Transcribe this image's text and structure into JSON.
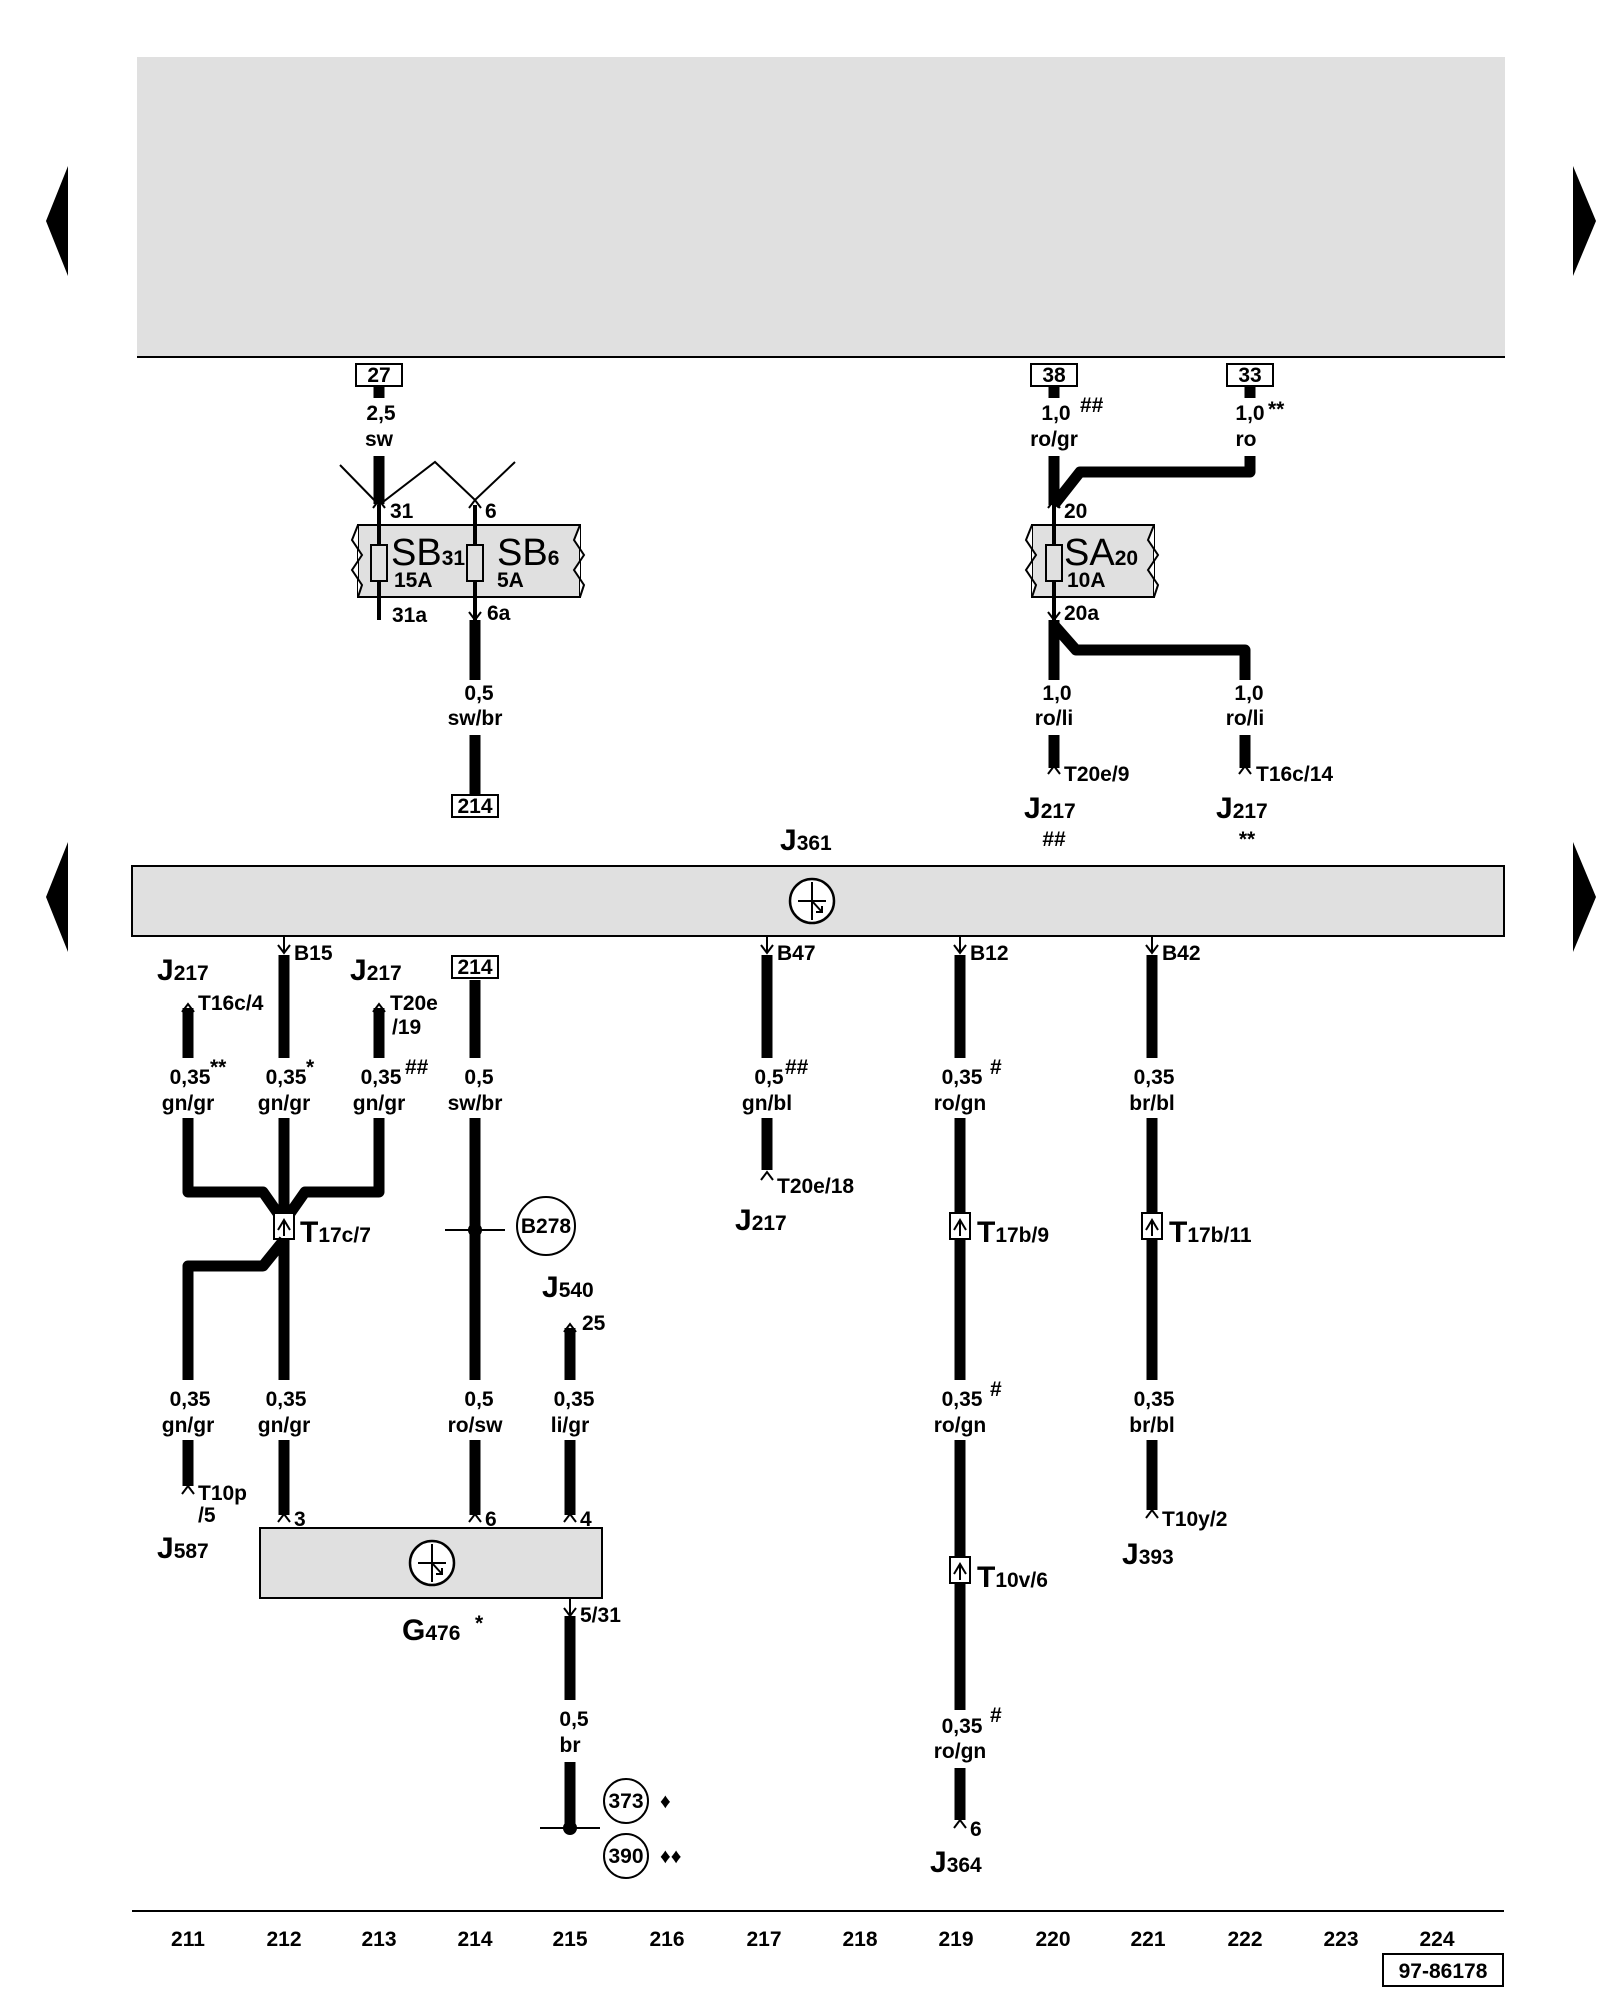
{
  "pins": {
    "p27": "27",
    "p38": "38",
    "p33": "33",
    "p214a": "214",
    "p214b": "214",
    "p31": "31",
    "p6": "6",
    "p31a": "31a",
    "p6a": "6a",
    "p20": "20",
    "p20a": "20a",
    "b15": "B15",
    "b47": "B47",
    "b12": "B12",
    "b42": "B42",
    "t16c4": "T16c/4",
    "t20e": "T20e",
    "t19": "/19",
    "t20e9": "T20e/9",
    "t16c14": "T16c/14",
    "t20e18": "T20e/18",
    "t10p": "T10p",
    "t5": "/5",
    "p25": "25",
    "p3": "3",
    "p6g": "6",
    "p4": "4",
    "p531": "5/31",
    "t10y2": "T10y/2",
    "p6j": "6"
  },
  "wires": {
    "w_sw": [
      "2,5",
      "sw"
    ],
    "w_swbr1": [
      "0,5",
      "sw/br"
    ],
    "w_rogr": [
      "1,0",
      "ro/gr"
    ],
    "w_ro": [
      "1,0",
      "ro"
    ],
    "w_roli1": [
      "1,0",
      "ro/li"
    ],
    "w_roli2": [
      "1,0",
      "ro/li"
    ],
    "w_gngr1": [
      "0,35",
      "gn/gr"
    ],
    "w_gngr2": [
      "0,35",
      "gn/gr"
    ],
    "w_gngr3": [
      "0,35",
      "gn/gr"
    ],
    "w_swbr2": [
      "0,5",
      "sw/br"
    ],
    "w_gnbl": [
      "0,5",
      "gn/bl"
    ],
    "w_rogn1": [
      "0,35",
      "ro/gn"
    ],
    "w_brbl1": [
      "0,35",
      "br/bl"
    ],
    "w_gngr4": [
      "0,35",
      "gn/gr"
    ],
    "w_gngr5": [
      "0,35",
      "gn/gr"
    ],
    "w_rosw": [
      "0,5",
      "ro/sw"
    ],
    "w_ligr": [
      "0,35",
      "li/gr"
    ],
    "w_rogn2": [
      "0,35",
      "ro/gn"
    ],
    "w_brbl2": [
      "0,35",
      "br/bl"
    ],
    "w_br": [
      "0,5",
      "br"
    ],
    "w_rogn3": [
      "0,35",
      "ro/gn"
    ]
  },
  "marks": {
    "m_rogr": "##",
    "m_ro": "**",
    "m_gngr1": "**",
    "m_gngr2": "*",
    "m_gngr3": "##",
    "m_gnbl": "##",
    "m_rogn1": "#",
    "m_rogn2": "#",
    "m_rogn3": "#",
    "m_j217a": "##",
    "m_j217b": "**",
    "m_g476": "*",
    "m_373": "♦",
    "m_390": "♦♦"
  },
  "components": {
    "sb31": {
      "letters": "SB",
      "num": "31",
      "rating": "15A"
    },
    "sb6": {
      "letters": "SB",
      "num": "6",
      "rating": "5A"
    },
    "sa20": {
      "letters": "SA",
      "num": "20",
      "rating": "10A"
    },
    "j361": {
      "letter": "J",
      "num": "361"
    },
    "j217_1": {
      "letter": "J",
      "num": "217"
    },
    "j217_2": {
      "letter": "J",
      "num": "217"
    },
    "j217_3": {
      "letter": "J",
      "num": "217"
    },
    "j217_4": {
      "letter": "J",
      "num": "217"
    },
    "j217_5": {
      "letter": "J",
      "num": "217"
    },
    "j540": {
      "letter": "J",
      "num": "540"
    },
    "j587": {
      "letter": "J",
      "num": "587"
    },
    "j393": {
      "letter": "J",
      "num": "393"
    },
    "j364": {
      "letter": "J",
      "num": "364"
    },
    "g476": {
      "letter": "G",
      "num": "476"
    },
    "t17c7": {
      "letter": "T",
      "num": "17c/7"
    },
    "t17b9": {
      "letter": "T",
      "num": "17b/9"
    },
    "t17b11": {
      "letter": "T",
      "num": "17b/11"
    },
    "t10v6": {
      "letter": "T",
      "num": "10v/6"
    }
  },
  "circles": {
    "b278": "B278",
    "c373": "373",
    "c390": "390"
  },
  "grid": [
    "211",
    "212",
    "213",
    "214",
    "215",
    "216",
    "217",
    "218",
    "219",
    "220",
    "221",
    "222",
    "223",
    "224"
  ],
  "drawing_id": "97-86178"
}
